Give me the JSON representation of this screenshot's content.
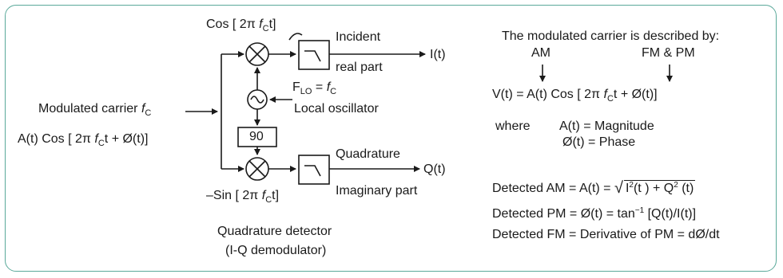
{
  "diagram": {
    "cos_label": {
      "pre": "Cos [ 2π ",
      "f": "f",
      "sub": "C",
      "post": "t]"
    },
    "incident_label": "Incident",
    "real_part_label": "real part",
    "i_output_label": "I(t)",
    "flo_label": {
      "f": "F",
      "sub": "LO",
      "eq": " = ",
      "fc": "f",
      "fc_sub": "C"
    },
    "local_oscillator_label": "Local oscillator",
    "phase_shift_label": "90",
    "input_label_line1": {
      "text": "Modulated carrier ",
      "f": "f",
      "sub": "C"
    },
    "input_label_line2": {
      "pre": "A(t) Cos [ 2π ",
      "f": "f",
      "sub": "C",
      "post": "t + Ø(t)]"
    },
    "quadrature_label": "Quadrature",
    "imaginary_part_label": "Imaginary part",
    "q_output_label": "Q(t)",
    "sin_label": {
      "pre": "–Sin [ 2π ",
      "f": "f",
      "sub": "C",
      "post": "t]"
    },
    "detector_title_line1": "Quadrature detector",
    "detector_title_line2": "(I-Q demodulator)"
  },
  "explanation": {
    "heading": "The modulated carrier is described by:",
    "am_label": "AM",
    "fm_pm_label": "FM & PM",
    "equation": {
      "pre": "V(t) = A(t) Cos [ 2π ",
      "f": "f",
      "sub": "C",
      "post": "t + Ø(t)]"
    },
    "where_label": "where",
    "magnitude_def": "A(t) = Magnitude",
    "phase_def": "Ø(t) = Phase",
    "detected_am": {
      "pre": "Detected AM = A(t) = ",
      "sqrt_i": "I",
      "sq1": "2",
      "mid": "(t ) + Q",
      "sq2": "2",
      "end": " (t)"
    },
    "detected_pm": {
      "pre": "Detected PM = Ø(t) = tan",
      "sup": "−1",
      "post": " [Q(t)/I(t)]"
    },
    "detected_fm": "Detected FM = Derivative of PM = dØ/dt"
  },
  "colors": {
    "border": "#5aa99a",
    "ink": "#1a1a1a"
  }
}
